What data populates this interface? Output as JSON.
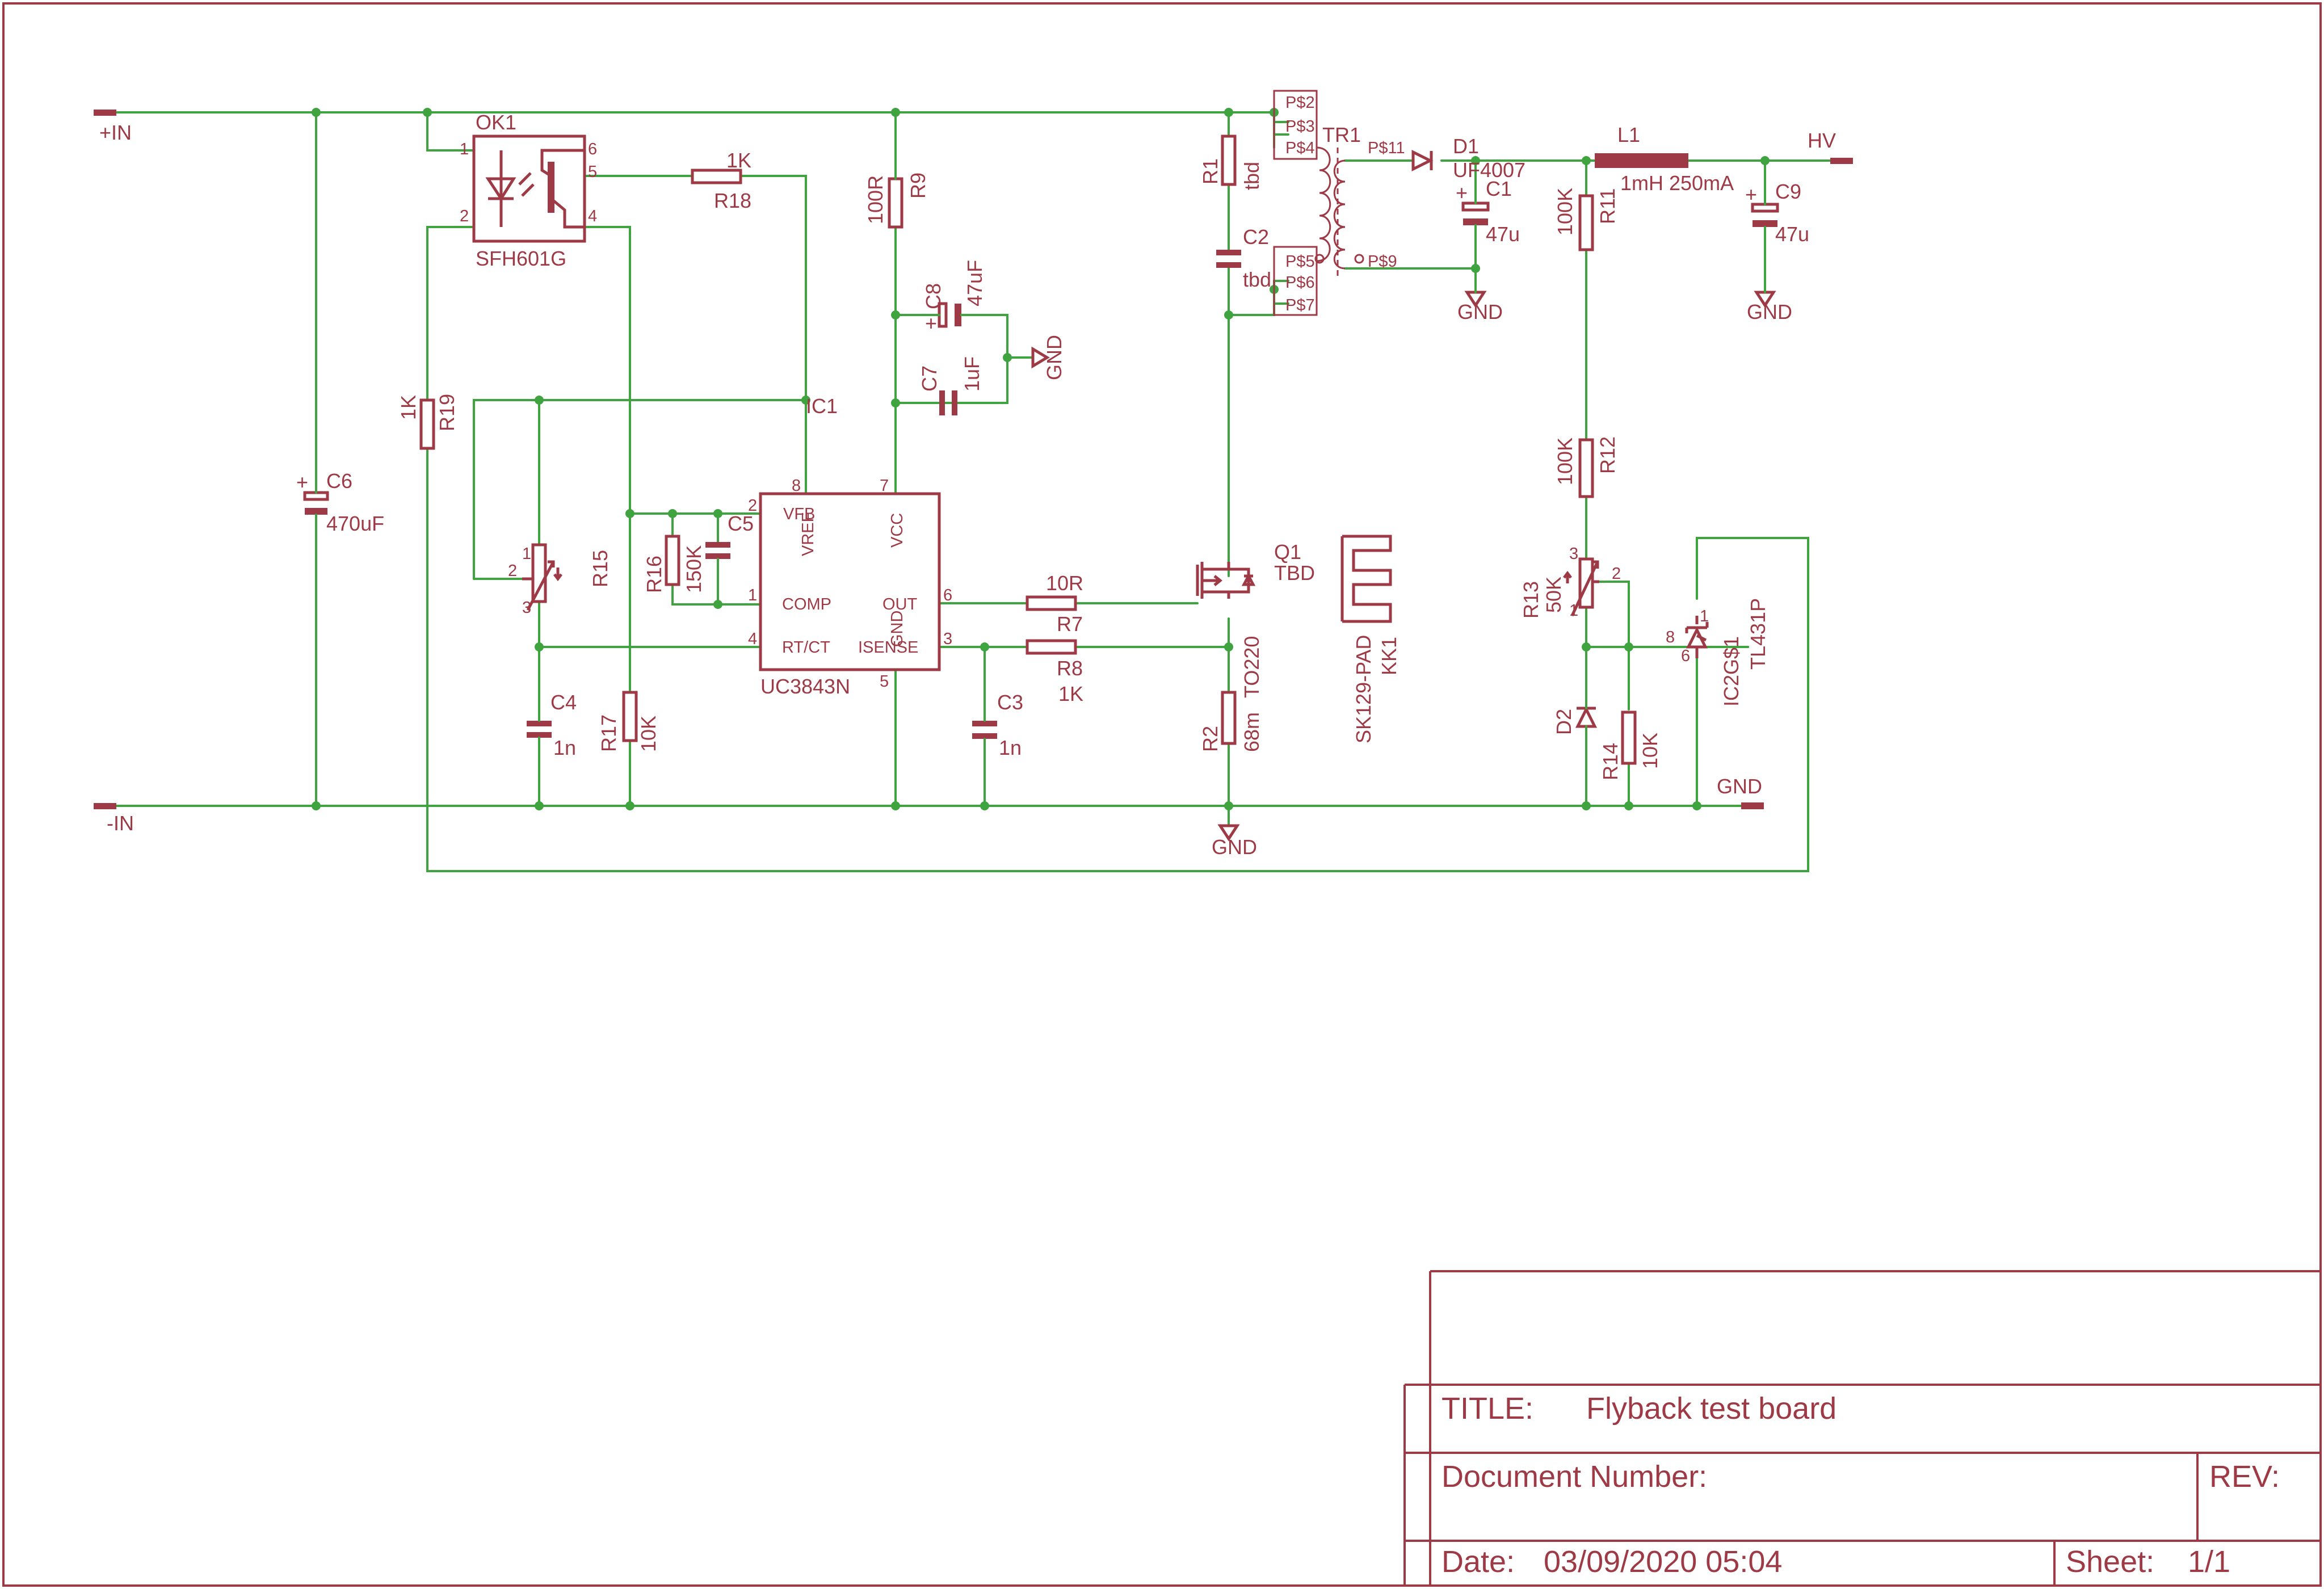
{
  "colors": {
    "wire": "#3fa33f",
    "part": "#9e3a46",
    "background": "#ffffff"
  },
  "ports": {
    "in_pos": "+IN",
    "in_neg": "-IN",
    "hv": "HV",
    "gnd": "GND"
  },
  "parts": {
    "ok1": {
      "name": "OK1",
      "value": "SFH601G",
      "pins": [
        "1",
        "2",
        "4",
        "5",
        "6"
      ]
    },
    "ic1": {
      "name": "IC1",
      "value": "UC3843N",
      "pins": {
        "vfb": "VFB",
        "vref": "VREF",
        "vcc": "VCC",
        "comp": "COMP",
        "out": "OUT",
        "rtct": "RT/CT",
        "isense": "ISENSE",
        "gnd": "GND"
      },
      "pin_numbers": {
        "vfb": "2",
        "vref": "8",
        "vcc": "7",
        "comp": "1",
        "out": "6",
        "rtct": "4",
        "isense": "3",
        "gnd": "5"
      }
    },
    "tr1": {
      "name": "TR1",
      "pins": {
        "p2": "P$2",
        "p3": "P$3",
        "p4": "P$4",
        "p5": "P$5",
        "p6": "P$6",
        "p7": "P$7",
        "p9": "P$9",
        "p11": "P$11"
      }
    },
    "d1": {
      "name": "D1",
      "value": "UF4007"
    },
    "l1": {
      "name": "L1",
      "value": "1mH 250mA"
    },
    "c1": {
      "name": "C1",
      "value": "47u"
    },
    "c2": {
      "name": "C2",
      "value": "tbd"
    },
    "c3": {
      "name": "C3",
      "value": "1n"
    },
    "c4": {
      "name": "C4",
      "value": "1n"
    },
    "c5": {
      "name": "C5",
      "value": ""
    },
    "c6": {
      "name": "C6",
      "value": "470uF"
    },
    "c7": {
      "name": "C7",
      "value": "1uF"
    },
    "c8": {
      "name": "C8",
      "value": "47uF"
    },
    "c9": {
      "name": "C9",
      "value": "47u"
    },
    "r1": {
      "name": "R1",
      "value": "tbd"
    },
    "r2": {
      "name": "R2",
      "value": "68m"
    },
    "r7": {
      "name": "R7",
      "value": "10R"
    },
    "r8": {
      "name": "R8",
      "value": "1K"
    },
    "r9": {
      "name": "R9",
      "value": "100R"
    },
    "r11": {
      "name": "R11",
      "value": "100K"
    },
    "r12": {
      "name": "R12",
      "value": "100K"
    },
    "r13": {
      "name": "R13",
      "value": "50K",
      "pins": [
        "1",
        "2",
        "3"
      ]
    },
    "r14": {
      "name": "R14",
      "value": "10K"
    },
    "r15": {
      "name": "R15",
      "value": "",
      "pins": [
        "1",
        "2",
        "3"
      ]
    },
    "r16": {
      "name": "R16",
      "value": "150K"
    },
    "r17": {
      "name": "R17",
      "value": "10K"
    },
    "r18": {
      "name": "R18",
      "value": "1K"
    },
    "r19": {
      "name": "R19",
      "value": "1K"
    },
    "q1": {
      "name": "Q1",
      "value": "TBD",
      "package": "TO220"
    },
    "kk1": {
      "name": "KK1",
      "value": "SK129-PAD"
    },
    "d2": {
      "name": "D2",
      "value": ""
    },
    "ic2": {
      "name": "IC2G$1",
      "value": "TL431P",
      "pins": [
        "1",
        "6",
        "8"
      ]
    }
  },
  "gnd_labels": [
    "GND",
    "GND",
    "GND",
    "GND"
  ],
  "title_block": {
    "title_label": "TITLE:",
    "title": "Flyback test board",
    "docnum_label": "Document Number:",
    "rev_label": "REV:",
    "date_label": "Date:",
    "date": "03/09/2020 05:04",
    "sheet_label": "Sheet:",
    "sheet": "1/1"
  }
}
